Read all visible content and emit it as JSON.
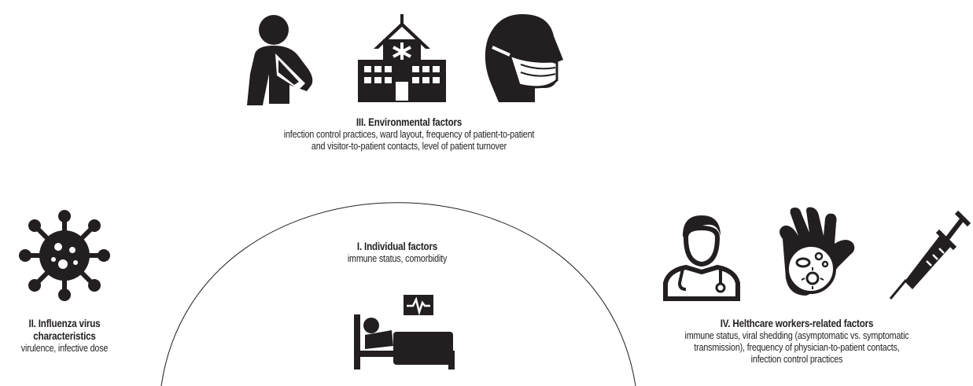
{
  "colors": {
    "ink": "#231f20",
    "line": "#231f20",
    "background": "#ffffff"
  },
  "environmental": {
    "title": "III. Environmental factors",
    "desc_line1": "infection control practices, ward layout, frequency of patient-to-patient",
    "desc_line2": "and visitor-to-patient contacts, level of patient turnover",
    "icons": [
      "injured-patient-icon",
      "hospital-building-icon",
      "face-mask-icon"
    ]
  },
  "individual": {
    "title": "I. Individual factors",
    "desc": "immune status, comorbidity",
    "icons": [
      "hospital-bed-icon",
      "heart-monitor-icon"
    ]
  },
  "virus": {
    "title_line1": "II. Influenza virus",
    "title_line2": "characteristics",
    "desc": "virulence, infective dose",
    "icons": [
      "virus-icon"
    ]
  },
  "healthcare": {
    "title": "IV. Helthcare workers-related factors",
    "desc_line1": "immune status, viral shedding (asymptomatic vs. symptomatic",
    "desc_line2": "transmission), frequency of physician-to-patient contacts,",
    "desc_line3": "infection control practices",
    "icons": [
      "doctor-icon",
      "contaminated-hand-icon",
      "syringe-icon"
    ]
  }
}
